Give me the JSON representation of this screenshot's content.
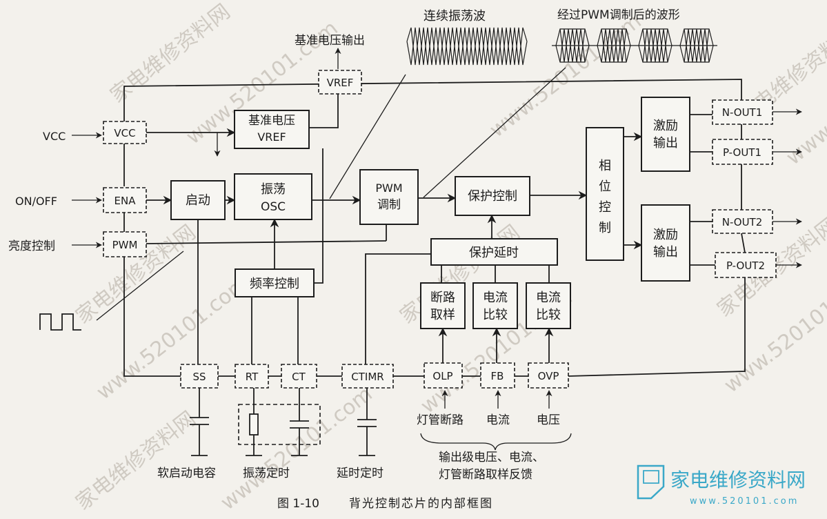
{
  "colors": {
    "ink": "#1c1c1c",
    "paper": "#f3f1ec",
    "logo": "#3aa8c8",
    "watermark": "#cfcac2"
  },
  "blocks": {
    "vref_gen": {
      "line1": "基准电压",
      "line2": "VREF"
    },
    "start": "启动",
    "osc": {
      "line1": "振荡",
      "line2": "OSC"
    },
    "pwm_mod": {
      "line1": "PWM",
      "line2": "调制"
    },
    "protect": "保护控制",
    "phase": [
      "相",
      "位",
      "控",
      "制"
    ],
    "drive1": {
      "line1": "激励",
      "line2": "输出"
    },
    "drive2": {
      "line1": "激励",
      "line2": "输出"
    },
    "delay": "保护延时",
    "freq": "频率控制",
    "open_sample": {
      "line1": "断路",
      "line2": "取样"
    },
    "cur_cmp1": {
      "line1": "电流",
      "line2": "比较"
    },
    "cur_cmp2": {
      "line1": "电流",
      "line2": "比较"
    }
  },
  "pins": {
    "vcc": "VCC",
    "ena": "ENA",
    "pwm": "PWM",
    "vref": "VREF",
    "nout1": "N-OUT1",
    "pout1": "P-OUT1",
    "nout2": "N-OUT2",
    "pout2": "P-OUT2",
    "ss": "SS",
    "rt": "RT",
    "ct": "CT",
    "ctimr": "CTIMR",
    "olp": "OLP",
    "fb": "FB",
    "ovp": "OVP"
  },
  "labels": {
    "vcc_in": "VCC",
    "onoff_in": "ON/OFF",
    "brightness_in": "亮度控制",
    "vref_out": "基准电压输出",
    "cont_wave": "连续振荡波",
    "pwm_wave": "经过PWM调制后的波形",
    "soft_start": "软启动电容",
    "osc_timing": "振荡定时",
    "delay_timing": "延时定时",
    "lamp_open": "灯管断路",
    "current": "电流",
    "voltage": "电压",
    "feedback_line1": "输出级电压、电流、",
    "feedback_line2": "灯管断路取样反馈"
  },
  "caption": {
    "number": "图 1-10",
    "text": "背光控制芯片的内部框图"
  },
  "watermark": {
    "site_cn": "家电维修资料网",
    "site_url": "www.520101.com",
    "logo_text": "家电维修资料网",
    "logo_url": "www.520101.com"
  }
}
